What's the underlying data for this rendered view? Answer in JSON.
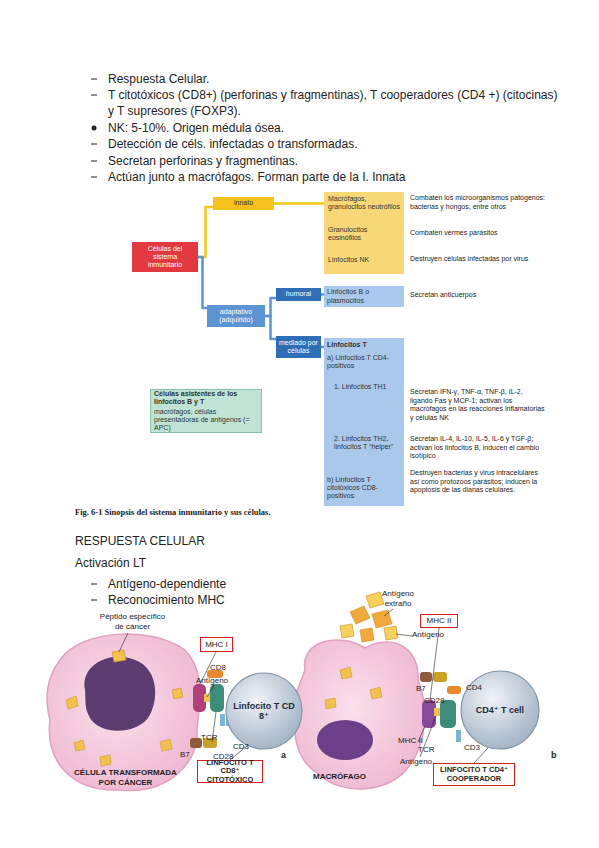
{
  "diagram": {
    "caption": "Fig. 6-1 Sinopsis del sistema inmunitario y sus células.",
    "nodes": [
      {
        "text": [
          "Células del sistema inmunitario"
        ]
      },
      {
        "text": [
          "innato"
        ]
      },
      {
        "text": [
          "Macrófagos, granulocitos neutrófilos",
          "Granulocitos eosinófilos",
          "Linfocitos NK"
        ]
      },
      {
        "text": [
          "adaptativo (adquirido)"
        ]
      },
      {
        "text": [
          "humoral"
        ]
      },
      {
        "text": [
          "Linfocitos B o plasmocitos"
        ]
      },
      {
        "text": [
          "mediado por células"
        ]
      },
      {
        "text": [
          "Linfocitos T",
          "a) Linfocitos T CD4-positivos",
          "1. Linfocitos TH1",
          "2. Linfocitos TH2, linfocitos T “helper”",
          "b) Linfocitos T citotóxicos CD8-positivos"
        ]
      },
      {
        "text": [
          "Células asistentes de los linfocitos B y T",
          "macrófagos, células presentadoras de antígenos (= APC)"
        ]
      },
      {
        "text": [
          "MHC I"
        ]
      },
      {
        "text": [
          "Linfocito T CD 8⁺"
        ]
      },
      {
        "text": [
          "LINFOCITO T CD8⁺ CITOTÓXICO"
        ]
      },
      {
        "text": [
          "MHC II"
        ]
      },
      {
        "text": [
          "CD4⁺ T cell"
        ]
      },
      {
        "text": [
          "LINFOCITO T CD4⁺ COOPERADOR"
        ]
      }
    ],
    "edges": [
      {
        "from": 0,
        "to": 1,
        "arrow": "none"
      },
      {
        "from": 0,
        "to": 3,
        "arrow": "none"
      },
      {
        "from": 1,
        "to": 2,
        "arrow": "none"
      },
      {
        "from": 3,
        "to": 4,
        "arrow": "none"
      },
      {
        "from": 3,
        "to": 6,
        "arrow": "none"
      },
      {
        "from": 4,
        "to": 5,
        "arrow": "none"
      },
      {
        "from": 6,
        "to": 7,
        "arrow": "none"
      }
    ],
    "labels": [
      "Respuesta Celular.",
      "T citotóxicos (CD8+) (perforinas y fragmentinas), T cooperadores (CD4 +) (citocinas) y T supresores (FOXP3).",
      "NK: 5-10%. Origen médula ósea.",
      "Detección de céls. infectadas o transformadas.",
      "Secretan perforinas y fragmentinas.",
      "Actúan junto a macrófagos. Forman parte de la I. Innata",
      "Combaten los microorganismos patógenos: bacterias y hongos, entre otros",
      "Combaten vermes parásitos",
      "Destruyen células infectadas por virus",
      "Secretan anticuerpos",
      "Secretan IFN-γ, TNF-α, TNF-β, IL-2, ligando Fas y MCP-1; activan los macrófagos en las reacciones inflamatorias y células NK",
      "Secretan IL-4, IL-10, IL-5, IL-6 y TGF-β; activan los linfocitos B, inducen el cambio isotípico",
      "Destruyen bacterias y virus intracelulares así como protozoos parásitos; inducen la apoptosis de las dianas celulares.",
      "RESPUESTA CELULAR",
      "Activación LT",
      "Antígeno-dependiente",
      "Reconocimiento MHC",
      "Péptido específico de cáncer",
      "CD8",
      "Antígeno",
      "TCR",
      "CD3",
      "B7",
      "CD28",
      "a",
      "CÉLULA TRANSFORMADA POR CÁNCER",
      "Antígeno extraño",
      "Antígeno",
      "B7",
      "CD4",
      "CD28",
      "MHC II",
      "TCR",
      "CD3",
      "Antígeno",
      "MACRÓFAGO",
      "b"
    ]
  }
}
